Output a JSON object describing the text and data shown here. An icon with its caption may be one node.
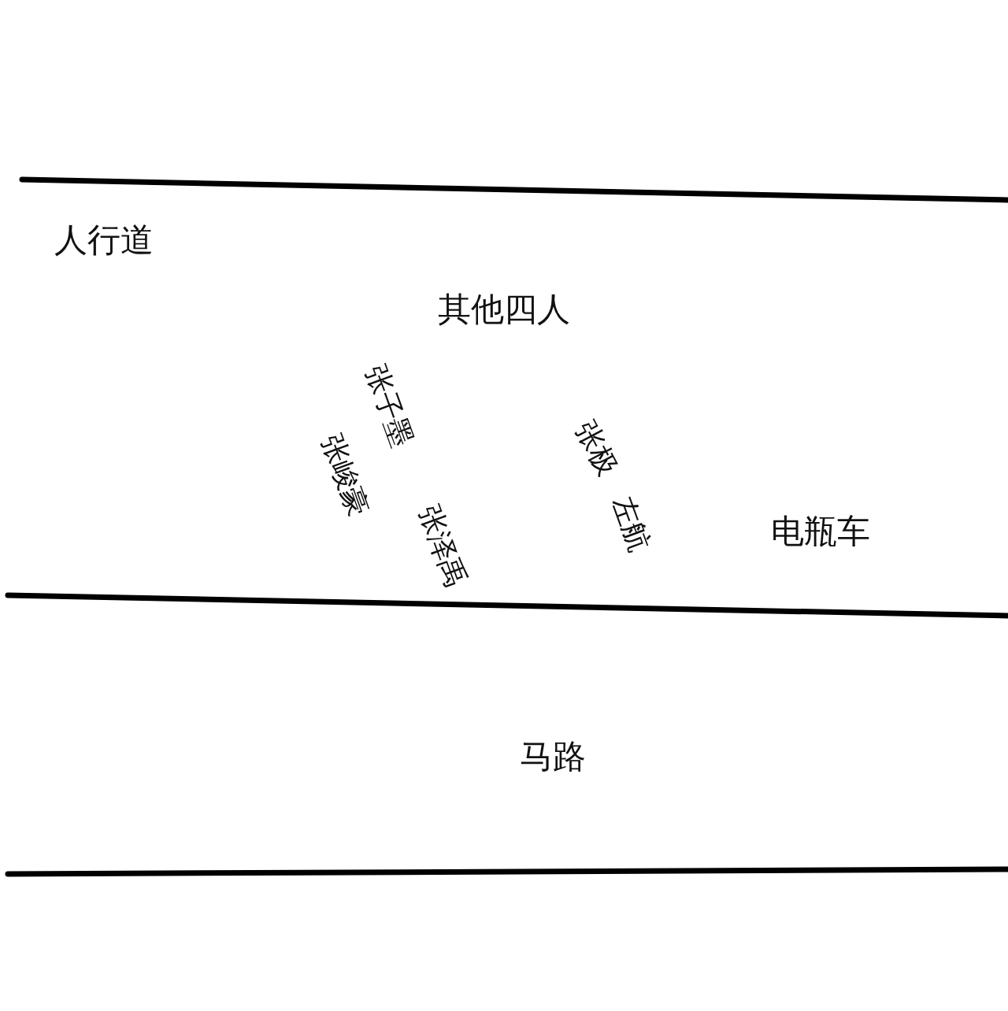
{
  "diagram": {
    "labels": [
      "人行道",
      "其他四人",
      "张子墨",
      "张峻豪",
      "张泽禹",
      "张极",
      "左航",
      "电瓶车",
      "马路"
    ]
  }
}
